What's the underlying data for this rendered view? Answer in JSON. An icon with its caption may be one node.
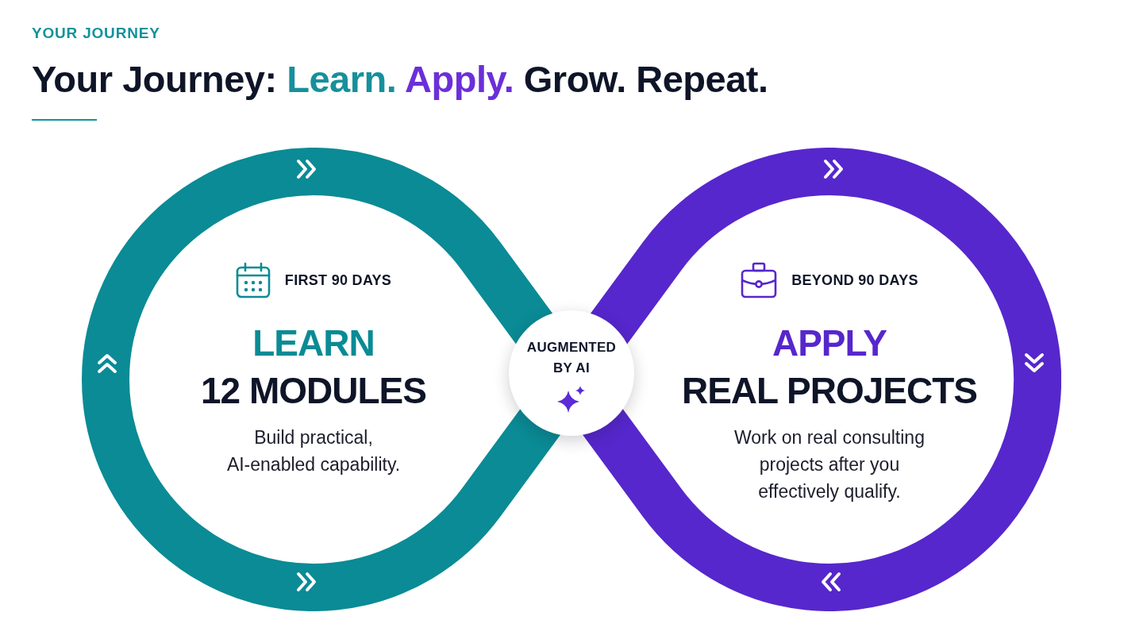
{
  "diagram": {
    "title": "Your Journey: Learn. Apply. Grow. Repeat.",
    "nodes": [
      {
        "text": [
          "FIRST 90 DAYS",
          "LEARN",
          "12 MODULES",
          "Build practical, AI-enabled capability."
        ]
      },
      {
        "text": [
          "AUGMENTED BY AI"
        ]
      },
      {
        "text": [
          "BEYOND 90 DAYS",
          "APPLY",
          "REAL PROJECTS",
          "Work on real consulting projects after you effectively qualify."
        ]
      }
    ],
    "labels": [
      "YOUR JOURNEY"
    ]
  }
}
